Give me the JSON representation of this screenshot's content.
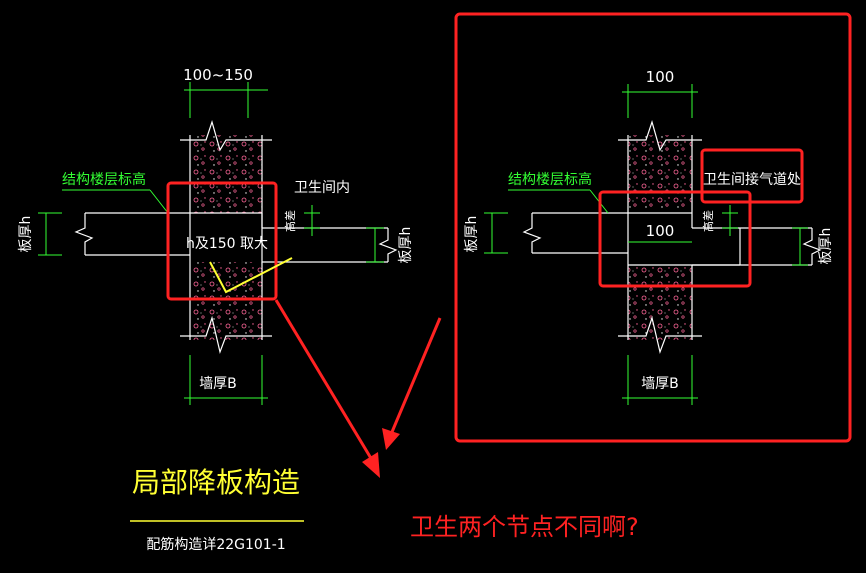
{
  "colors": {
    "background": "#000000",
    "line_white": "#ffffff",
    "line_green": "#33ff33",
    "annotation_red": "#ff2222",
    "title_yellow": "#ffff33",
    "concrete_pink": "#ff6699"
  },
  "left_detail": {
    "top_dimension": "100~150",
    "label_structure_elev": "结构楼层标高",
    "label_bathroom_inside": "卫生间内",
    "label_slab_thickness_left": "板厚h",
    "label_slab_thickness_right": "板厚h",
    "label_elev_diff": "高差",
    "label_h_or_150": "h及150 取大",
    "bottom_dimension": "墙厚B"
  },
  "right_detail": {
    "top_dimension": "100",
    "label_structure_elev": "结构楼层标高",
    "label_vent": "卫生间接气道处",
    "label_slab_thickness_left": "板厚h",
    "label_slab_thickness_right": "板厚h",
    "label_elev_diff": "高差",
    "inner_dimension": "100",
    "bottom_dimension": "墙厚B"
  },
  "title": {
    "main": "局部降板构造",
    "sub": "配筋构造详22G101-1"
  },
  "question": "卫生两个节点不同啊?"
}
